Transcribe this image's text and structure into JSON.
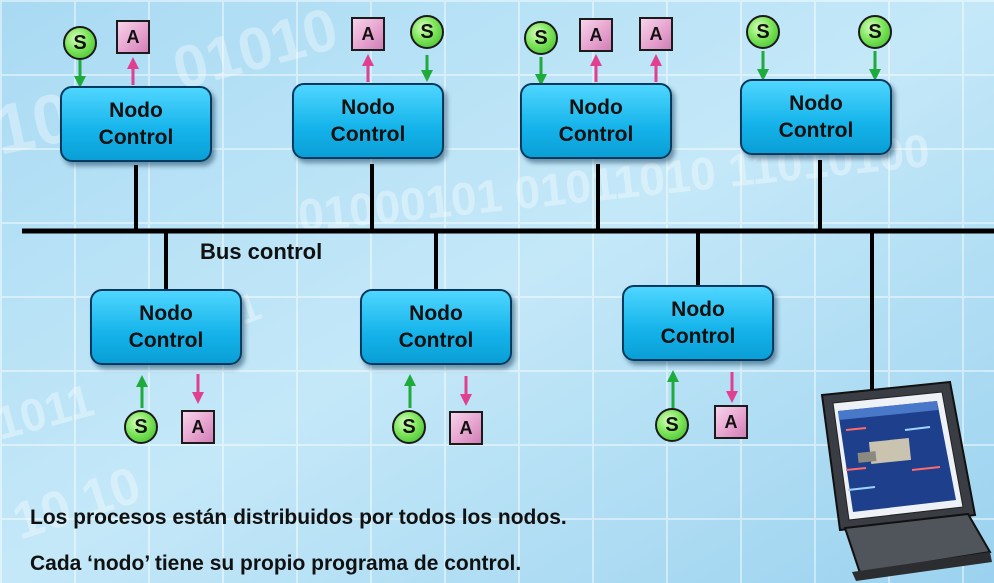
{
  "nodes": [
    {
      "line1": "Nodo",
      "line2": "Control"
    },
    {
      "line1": "Nodo",
      "line2": "Control"
    },
    {
      "line1": "Nodo",
      "line2": "Control"
    },
    {
      "line1": "Nodo",
      "line2": "Control"
    },
    {
      "line1": "Nodo",
      "line2": "Control"
    },
    {
      "line1": "Nodo",
      "line2": "Control"
    },
    {
      "line1": "Nodo",
      "line2": "Control"
    }
  ],
  "sensor_label": "S",
  "actuator_label": "A",
  "bus_label": "Bus control",
  "captions": [
    "Los procesos están distribuidos por todos los nodos.",
    "Cada ‘nodo’ tiene su propio programa de control."
  ],
  "background_text": [
    "10",
    "01010",
    "01000101 01011010 11010100",
    "1011",
    "0101",
    "10 10"
  ],
  "colors": {
    "node_fill": "#1ab8ee",
    "sensor_fill": "#6fdc4c",
    "actuator_fill": "#e9a6d2",
    "sensor_arrow": "#1faa3c",
    "actuator_arrow": "#e0408f",
    "bus": "#000000"
  }
}
